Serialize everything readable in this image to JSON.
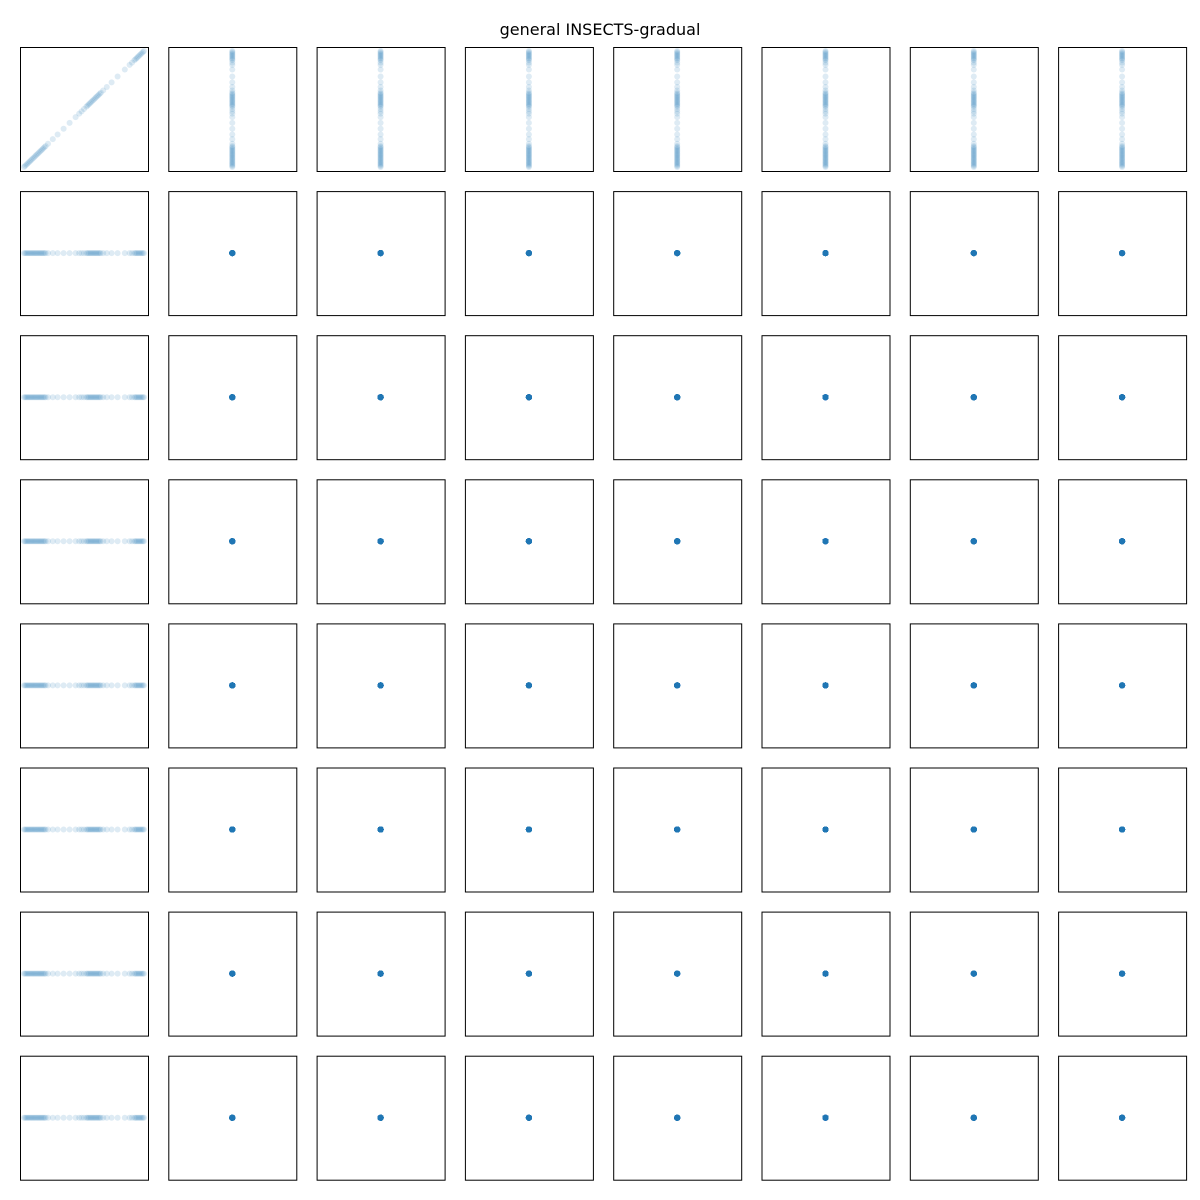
{
  "title": "general INSECTS-gradual",
  "chart_data": {
    "type": "scatter",
    "layout": "scatter-matrix",
    "rows": 8,
    "cols": 8,
    "title": "general INSECTS-gradual",
    "marker_color": "#1f77b4",
    "point_alpha": 0.15,
    "axis_ticks": false,
    "grid": false,
    "legend": "none",
    "feature_0": [
      0.0,
      0.01,
      0.02,
      0.03,
      0.04,
      0.05,
      0.06,
      0.07,
      0.08,
      0.09,
      0.1,
      0.11,
      0.12,
      0.13,
      0.14,
      0.15,
      0.16,
      0.17,
      0.18,
      0.2,
      0.24,
      0.28,
      0.33,
      0.38,
      0.43,
      0.46,
      0.48,
      0.5,
      0.52,
      0.53,
      0.54,
      0.55,
      0.56,
      0.57,
      0.58,
      0.59,
      0.6,
      0.61,
      0.62,
      0.63,
      0.64,
      0.66,
      0.69,
      0.73,
      0.78,
      0.84,
      0.88,
      0.9,
      0.92,
      0.93,
      0.94,
      0.95,
      0.96,
      0.97,
      0.98,
      0.99,
      1.0
    ],
    "constant_feature_value": 0.5
  }
}
